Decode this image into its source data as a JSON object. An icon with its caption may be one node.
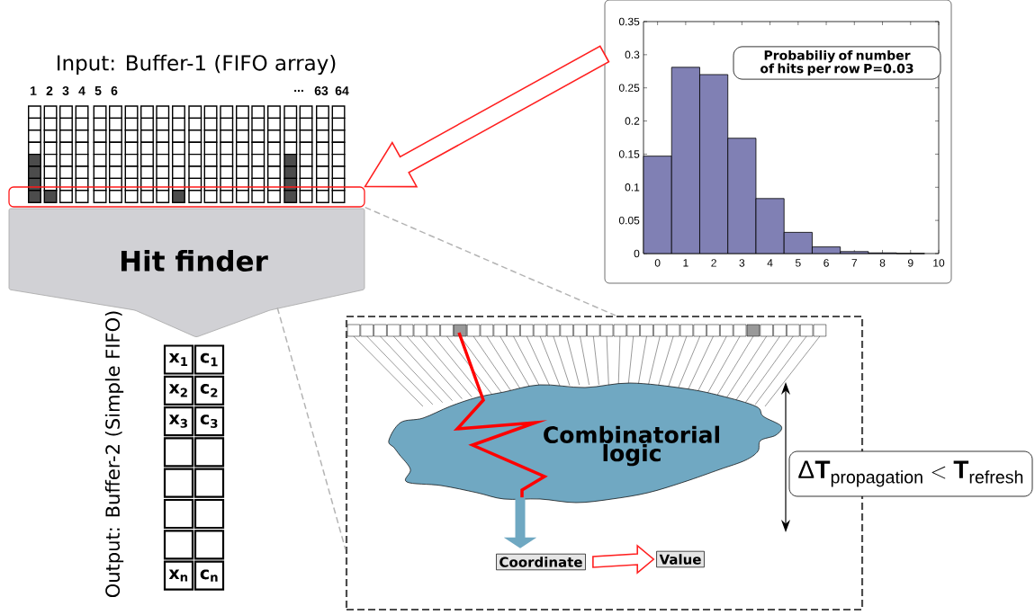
{
  "diagram": {
    "nodes": [
      {
        "text": [
          "Input: Buffer-1 (FIFO array)"
        ]
      },
      {
        "text": [],
        "shape": "box"
      },
      {
        "text": [],
        "shape": "box"
      },
      {
        "text": [
          "Probabiliy of number of hits per row P=0.03"
        ],
        "in": 2
      },
      {
        "text": [
          "Hit finder"
        ]
      },
      {
        "text": [
          "Output: Buffer-2 (Simple FIFO)"
        ]
      },
      {
        "text": [],
        "shape": "box"
      },
      {
        "text": [
          "Combinatorial logic"
        ],
        "in": 6
      },
      {
        "text": [
          "Coordinate"
        ],
        "in": 6
      },
      {
        "text": [
          "Value"
        ],
        "in": 6
      },
      {
        "text": [
          "\\Delta \\mathbf{T}_{\\mathrm{propagation}} < \\mathbf{T}_{\\mathrm{refresh}}"
        ]
      }
    ],
    "edges": [
      {
        "from": 2,
        "to": 1,
        "arrow": "to",
        "color": "#ff2020"
      },
      {
        "from": 1,
        "to": 6,
        "arrow": "none",
        "style": "dashed",
        "color": "#b4b4b4"
      },
      {
        "from": 4,
        "to": 6,
        "arrow": "none",
        "style": "dashed",
        "color": "#b4b4b4"
      },
      {
        "from": 7,
        "to": 8,
        "arrow": "to",
        "style": "thick",
        "color": "#6fa8c2"
      },
      {
        "from": 8,
        "to": 9,
        "arrow": "to",
        "color": "#ff2020"
      }
    ],
    "labels": [
      "1",
      "2",
      "3",
      "4",
      "5",
      "6",
      "...",
      "63",
      "64",
      "x$_{1}$",
      "c$_{1}$",
      "x$_{2}$",
      "c$_{2}$",
      "x$_{3}$",
      "c$_{3}$",
      "x$_{n}$",
      "c$_{n}$"
    ],
    "chart_data": {
      "type": "bar",
      "x": [
        0,
        1,
        2,
        3,
        4,
        5,
        6,
        7,
        8,
        9
      ],
      "series": [
        {
          "color": "#8080b4",
          "values": [
            0.147,
            0.281,
            0.27,
            0.174,
            0.083,
            0.032,
            0.01,
            0.003,
            0.001,
            0
          ]
        }
      ],
      "xlim": [
        -0.5,
        10
      ],
      "ylim": [
        0,
        0.35
      ],
      "xticks": [
        0,
        1,
        2,
        3,
        4,
        5,
        6,
        7,
        8,
        9,
        10
      ],
      "yticks": [
        0,
        0.05,
        0.1,
        0.15,
        0.2,
        0.25,
        0.3,
        0.35
      ]
    }
  }
}
